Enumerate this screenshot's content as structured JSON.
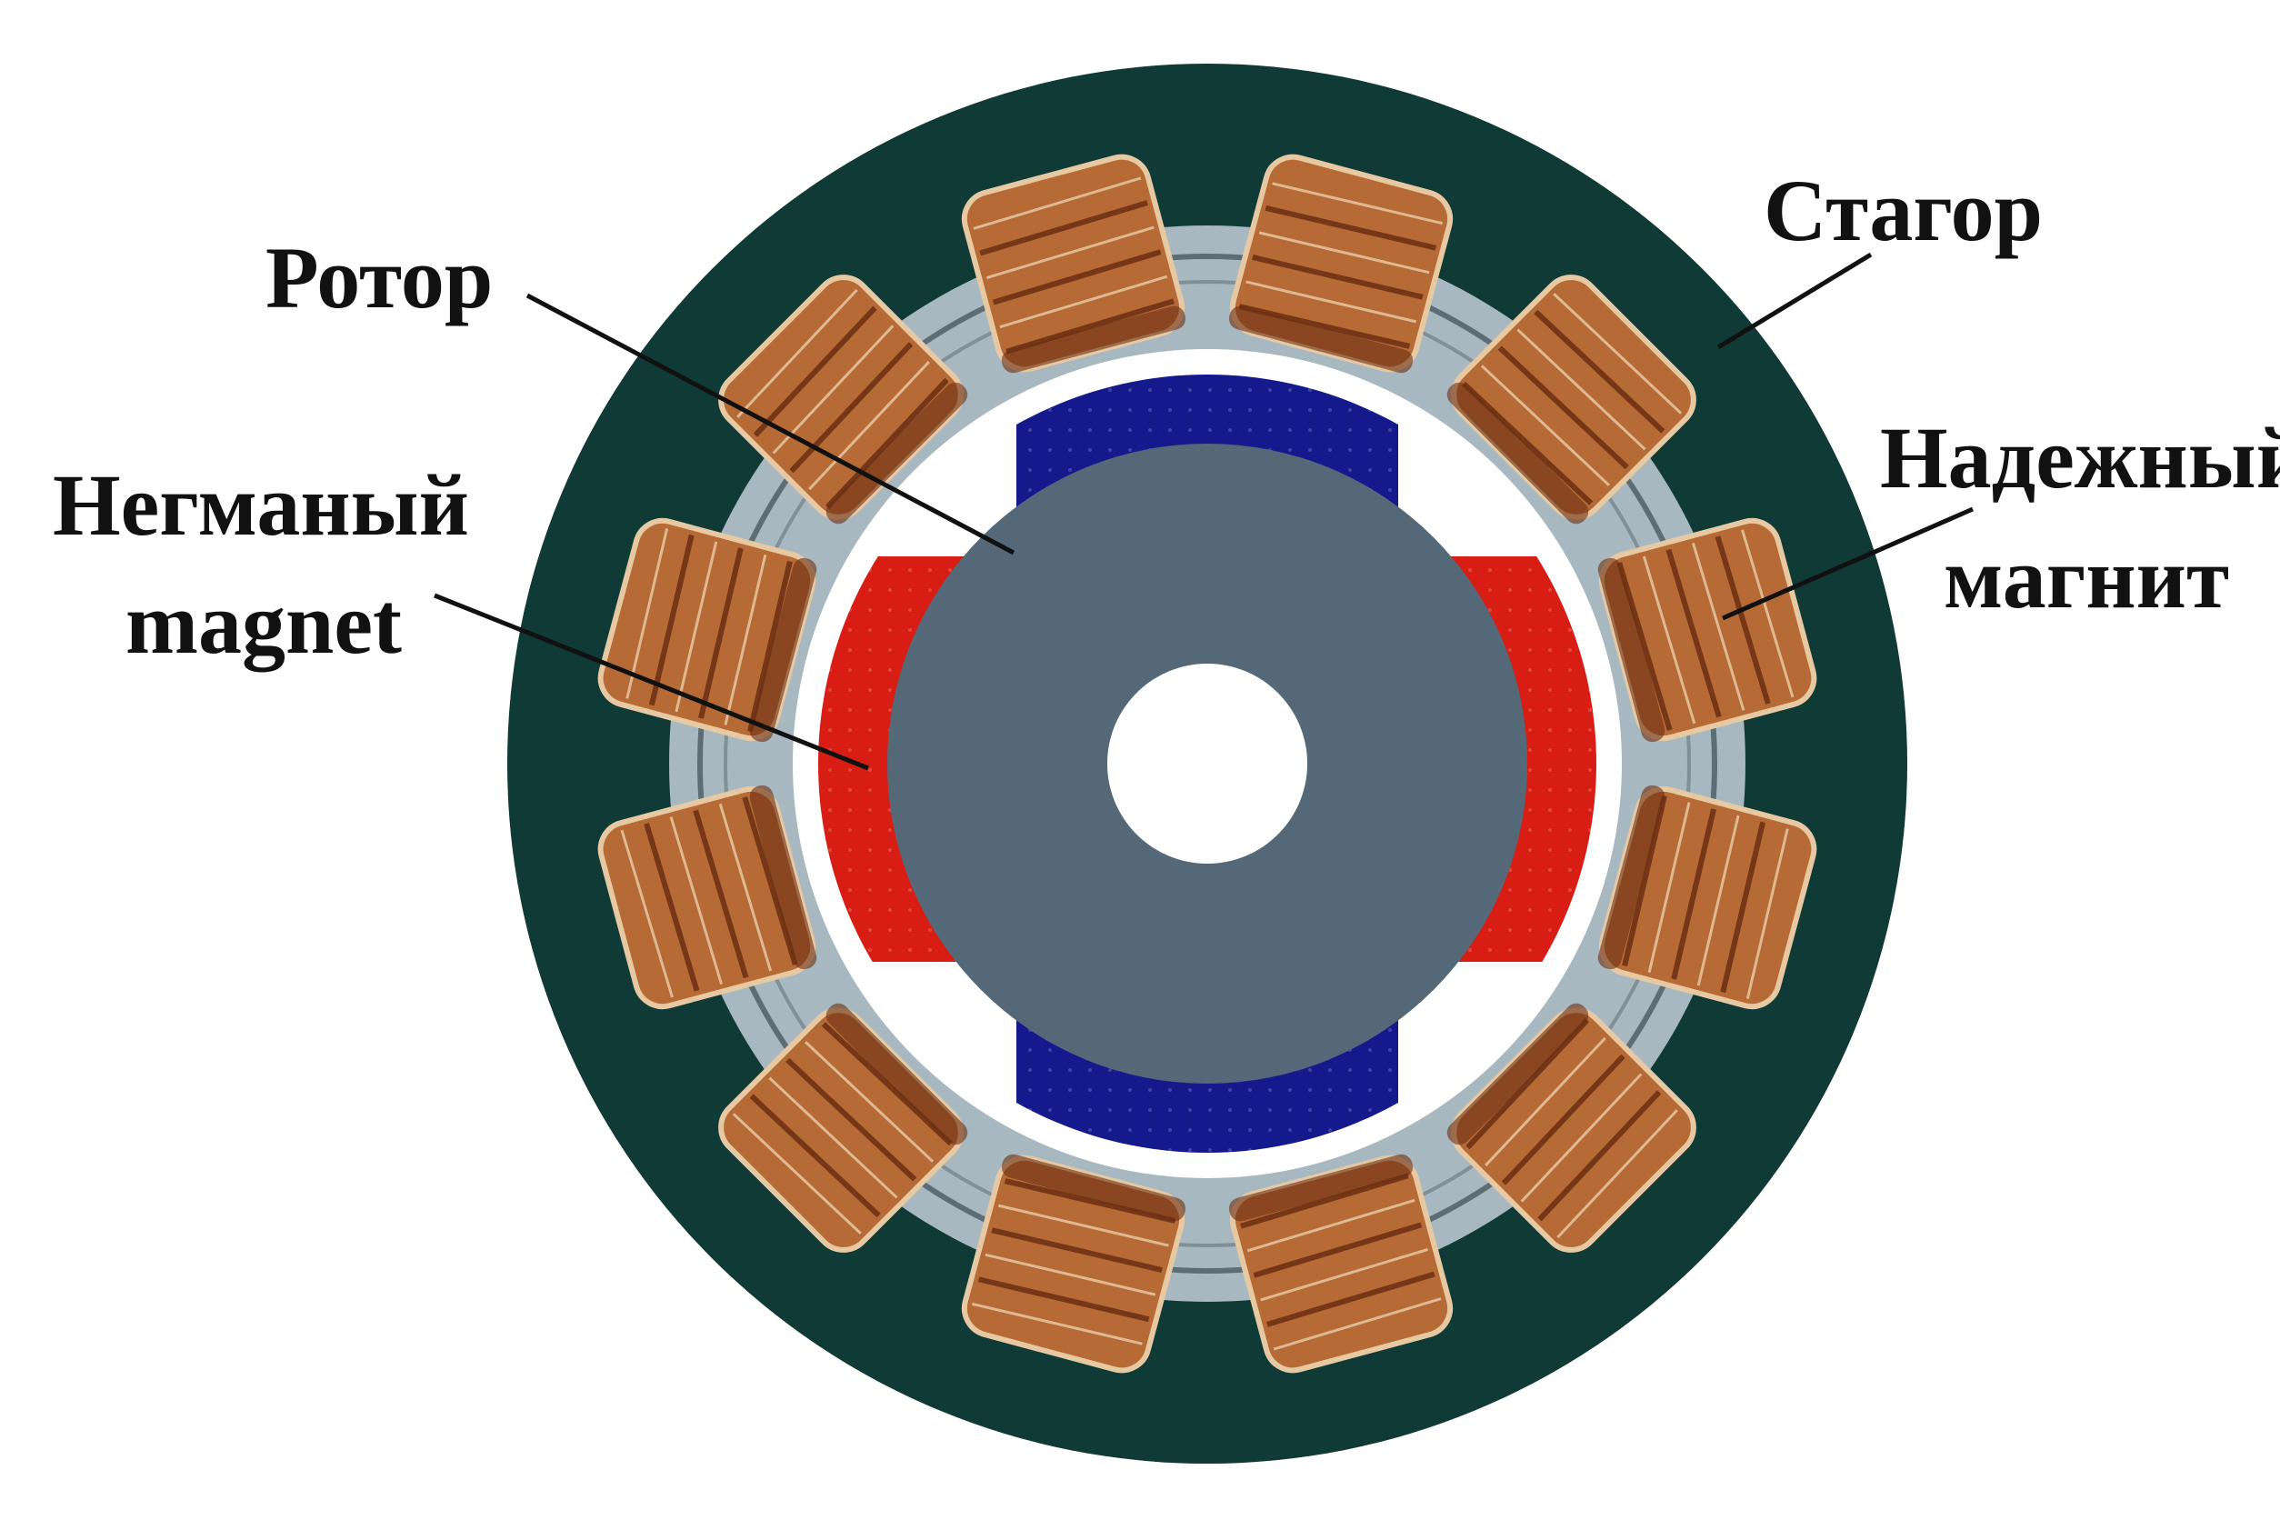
{
  "labels": {
    "rotor": "Ротор",
    "stator": "Стагор",
    "left_magnet_line1": "Негманый",
    "left_magnet_line2": "magnet",
    "right_magnet_line1": "Надежный",
    "right_magnet_line2": "магнит"
  },
  "colors": {
    "background": "#ffffff",
    "stator_housing": "#0f3a36",
    "stator_ring": "#a8b8c0",
    "coil": "#b66a35",
    "coil_dark": "#6a2f12",
    "coil_light": "#e6c9a3",
    "air_gap": "#ffffff",
    "rotor_core": "#546878",
    "magnet_north": "#141a8c",
    "magnet_south": "#d81e14",
    "shaft_hole": "#ffffff",
    "leader_line": "#111111",
    "label_text": "#111111"
  },
  "icons": {
    "coil": "copper-winding-coil",
    "magnet": "permanent-magnet-block"
  }
}
